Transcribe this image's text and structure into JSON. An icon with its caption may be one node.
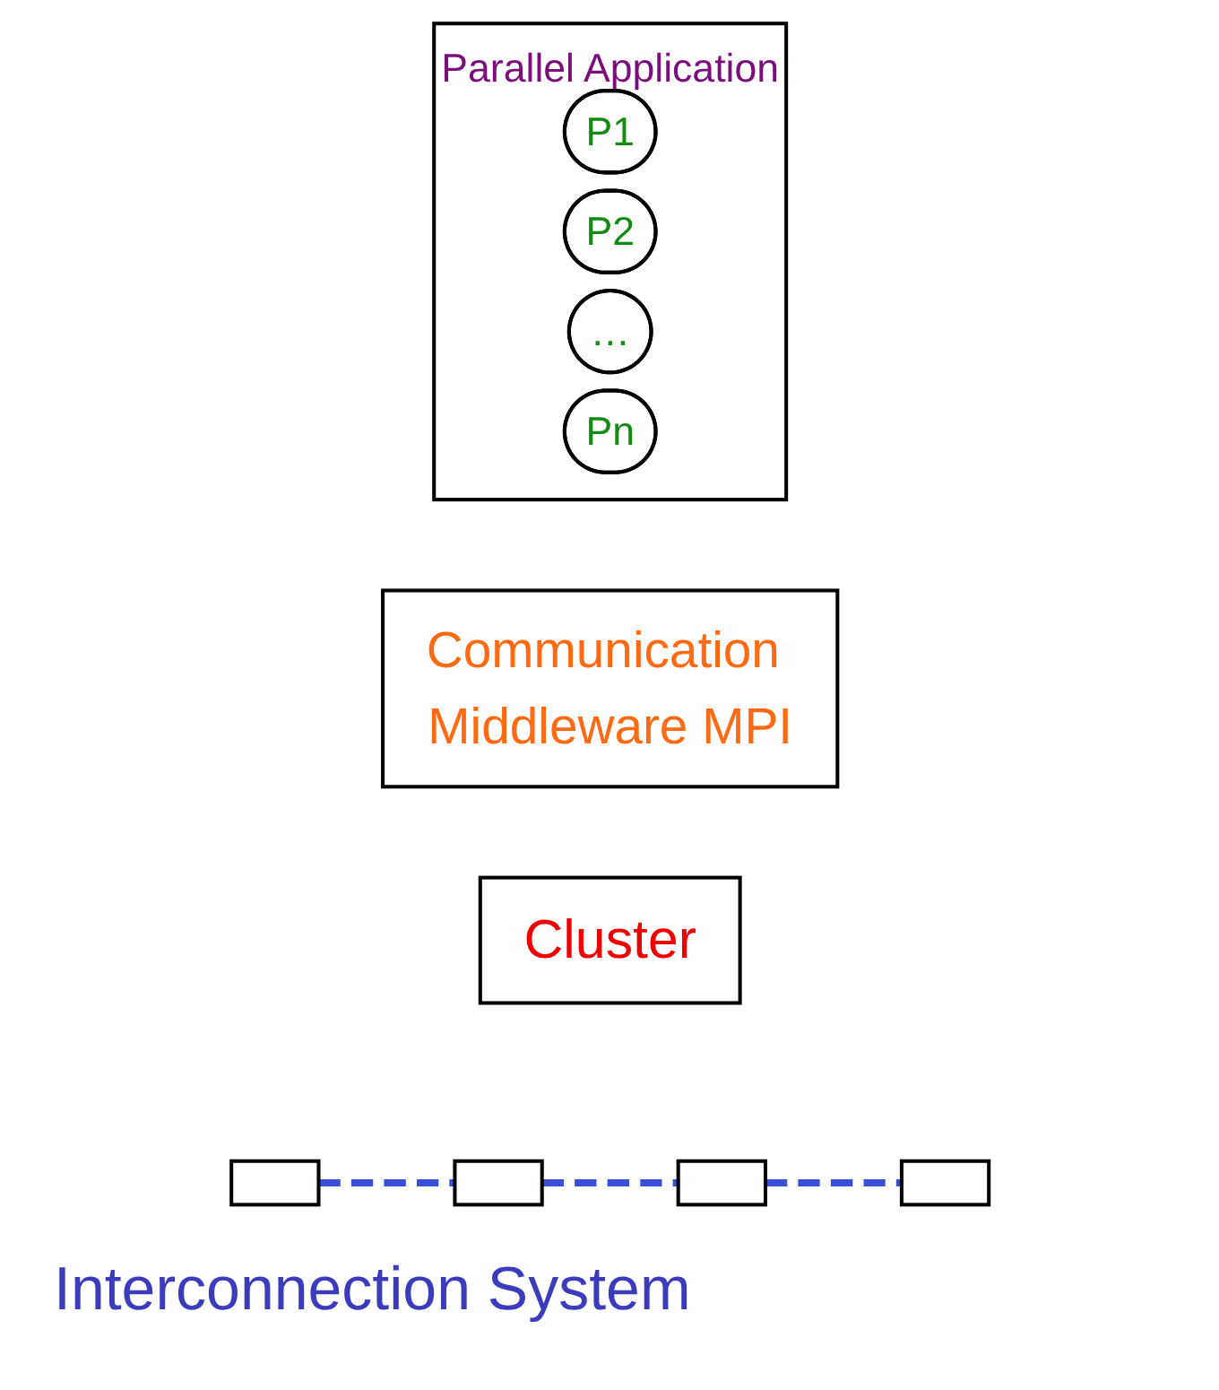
{
  "diagram": {
    "nodes": [
      {
        "text": [
          "Parallel Application"
        ]
      },
      {
        "text": [
          "P1"
        ],
        "in": 0
      },
      {
        "text": [
          "P2"
        ],
        "in": 0
      },
      {
        "text": [
          "…"
        ],
        "in": 0
      },
      {
        "text": [
          "Pn"
        ],
        "in": 0
      },
      {
        "text": [
          "Communication Middleware MPI"
        ]
      },
      {
        "text": [
          "Cluster"
        ]
      },
      {
        "text": [],
        "shape": "box"
      },
      {
        "text": [],
        "shape": "box"
      },
      {
        "text": [],
        "shape": "box"
      },
      {
        "text": [],
        "shape": "box"
      }
    ],
    "edges": [
      {
        "from": 7,
        "to": 8,
        "arrow": "none",
        "style": "dashed",
        "color": "#3b4fd6"
      },
      {
        "from": 8,
        "to": 9,
        "arrow": "none",
        "style": "dashed",
        "color": "#3b4fd6"
      },
      {
        "from": 9,
        "to": 10,
        "arrow": "none",
        "style": "dashed",
        "color": "#3b4fd6"
      }
    ],
    "labels": [
      "Interconnection System"
    ]
  }
}
